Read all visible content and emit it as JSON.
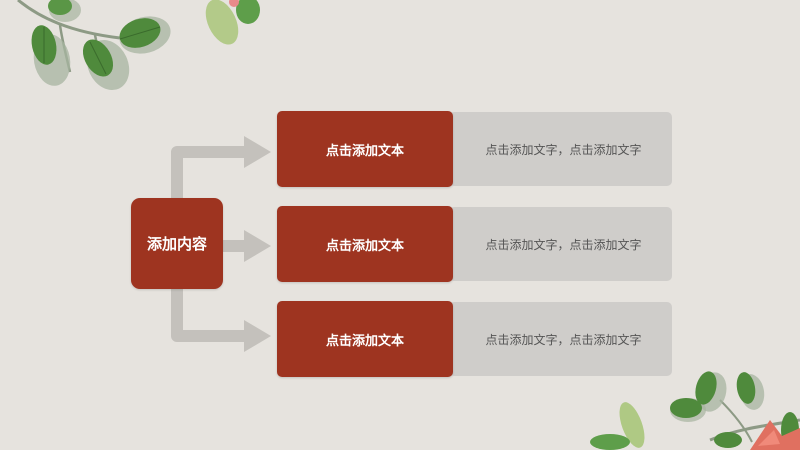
{
  "diagram": {
    "source": {
      "label": "添加内容"
    },
    "rows": [
      {
        "title": "点击添加文本",
        "body": "点击添加文字，点击添加文字"
      },
      {
        "title": "点击添加文本",
        "body": "点击添加文字，点击添加文字"
      },
      {
        "title": "点击添加文本",
        "body": "点击添加文字，点击添加文字"
      }
    ]
  },
  "colors": {
    "background": "#e6e3de",
    "box_red": "#9e3420",
    "body_grey": "#cfcdca",
    "connector_grey": "#c4c1bc",
    "leaf_green": "#4f8a3c",
    "leaf_shadow": "#a7b4a0"
  },
  "decorations": [
    "leaf-branch-top-left",
    "leaf-branch-bottom-right"
  ]
}
